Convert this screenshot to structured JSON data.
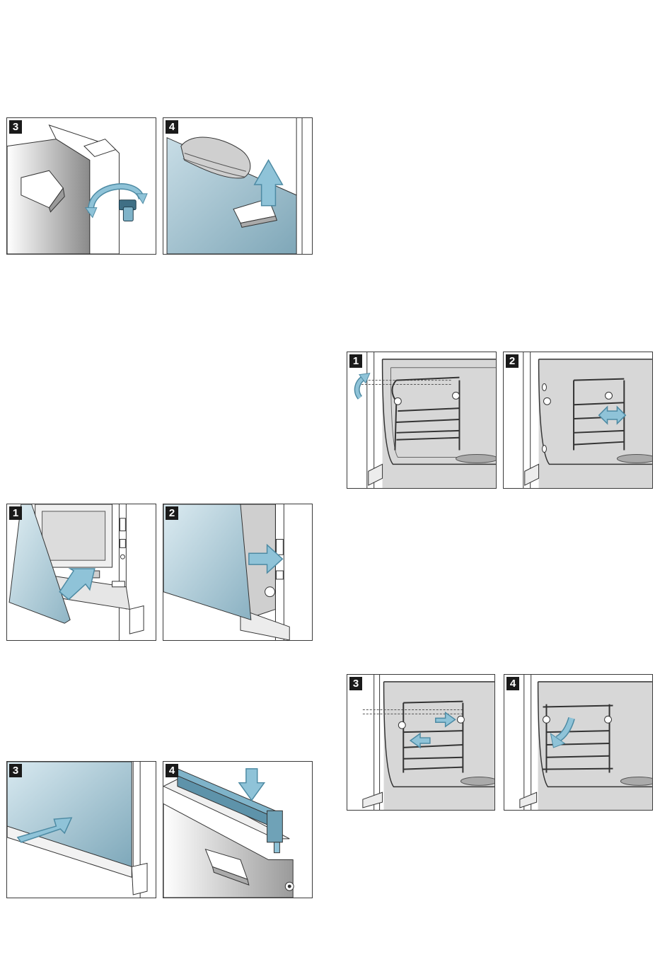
{
  "colors": {
    "frame": "#3a3a3a",
    "badge": "#1a1a1a",
    "arrow_fill": "#8fc3d8",
    "arrow_edge": "#4d8aa3",
    "glass": "#b4d1de",
    "cavity": "#cfcfcf",
    "metal_dark": "#8c8c8c"
  },
  "figures": [
    {
      "label": "oven door removal, steps 3 and 4",
      "panels": [
        {
          "step": "3",
          "icon": "turn-screw-icon"
        },
        {
          "step": "4",
          "icon": "lift-glass-pane-icon"
        }
      ]
    },
    {
      "label": "door glass refitting, steps 1 and 2",
      "panels": [
        {
          "step": "1",
          "icon": "insert-glass-pane-icon"
        },
        {
          "step": "2",
          "icon": "push-glass-pane-icon"
        }
      ]
    },
    {
      "label": "door glass refitting, steps 3 and 4",
      "panels": [
        {
          "step": "3",
          "icon": "slide-glass-pane-icon"
        },
        {
          "step": "4",
          "icon": "press-door-cover-icon"
        }
      ]
    },
    {
      "label": "shelf support removal, steps 1 and 2",
      "panels": [
        {
          "step": "1",
          "icon": "lift-shelf-support-icon"
        },
        {
          "step": "2",
          "icon": "pull-shelf-support-icon"
        }
      ]
    },
    {
      "label": "shelf support refitting, steps 3 and 4",
      "panels": [
        {
          "step": "3",
          "icon": "insert-shelf-support-icon"
        },
        {
          "step": "4",
          "icon": "lower-shelf-support-icon"
        }
      ]
    }
  ]
}
